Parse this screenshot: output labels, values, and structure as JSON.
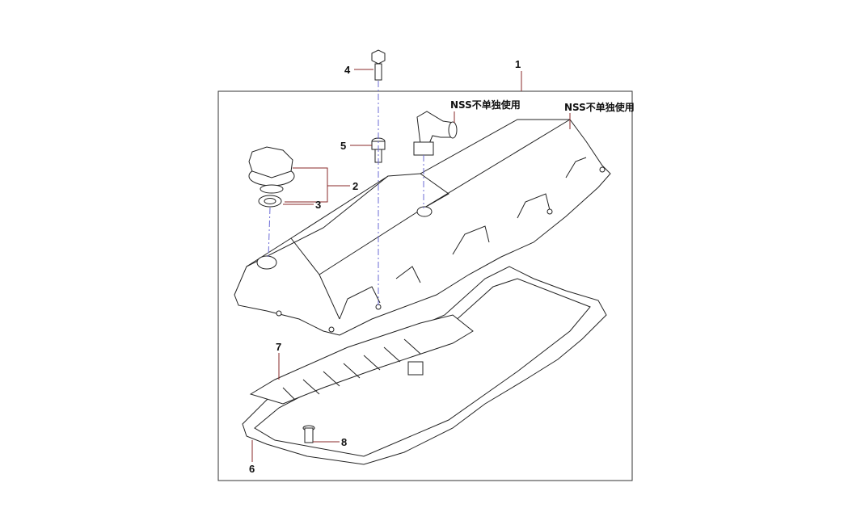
{
  "diagram": {
    "callouts": {
      "c1": "1",
      "c2": "2",
      "c3": "3",
      "c4": "4",
      "c5": "5",
      "c6": "6",
      "c7": "7",
      "c8": "8"
    },
    "notes": {
      "nss_breather": "NSS不单独使用",
      "nss_cover": "NSS不单独使用"
    },
    "colors": {
      "leader": "#8a2a2a",
      "axis": "#6b6bd6",
      "outline": "#222222"
    }
  }
}
